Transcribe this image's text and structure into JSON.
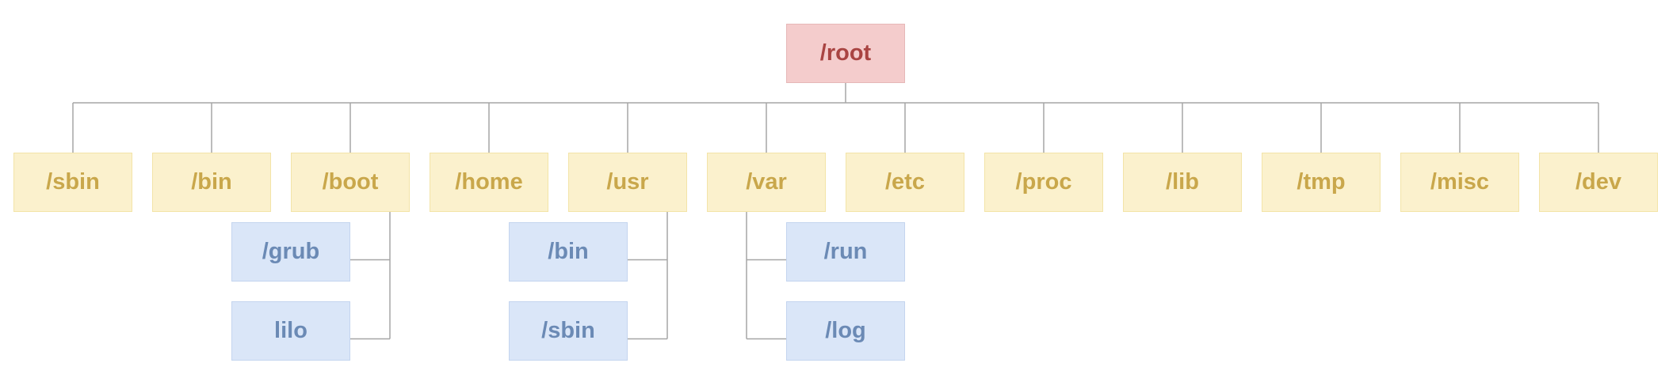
{
  "root": {
    "label": "/root"
  },
  "directories": [
    {
      "id": "sbin",
      "label": "/sbin",
      "children": []
    },
    {
      "id": "bin",
      "label": "/bin",
      "children": []
    },
    {
      "id": "boot",
      "label": "/boot",
      "children": [
        "/grub",
        "lilo"
      ]
    },
    {
      "id": "home",
      "label": "/home",
      "children": []
    },
    {
      "id": "usr",
      "label": "/usr",
      "children": [
        "/bin",
        "/sbin"
      ]
    },
    {
      "id": "var",
      "label": "/var",
      "children": [
        "/run",
        "/log"
      ]
    },
    {
      "id": "etc",
      "label": "/etc",
      "children": []
    },
    {
      "id": "proc",
      "label": "/proc",
      "children": []
    },
    {
      "id": "lib",
      "label": "/lib",
      "children": []
    },
    {
      "id": "tmp",
      "label": "/tmp",
      "children": []
    },
    {
      "id": "misc",
      "label": "/misc",
      "children": []
    },
    {
      "id": "dev",
      "label": "/dev",
      "children": []
    }
  ],
  "colors": {
    "root_fill": "#f4cccc",
    "root_text": "#a94442",
    "dir_fill": "#fbf1cd",
    "dir_text": "#c9a74b",
    "sub_fill": "#dae6f8",
    "sub_text": "#6b8ab5",
    "connector": "#a6a6a6"
  }
}
